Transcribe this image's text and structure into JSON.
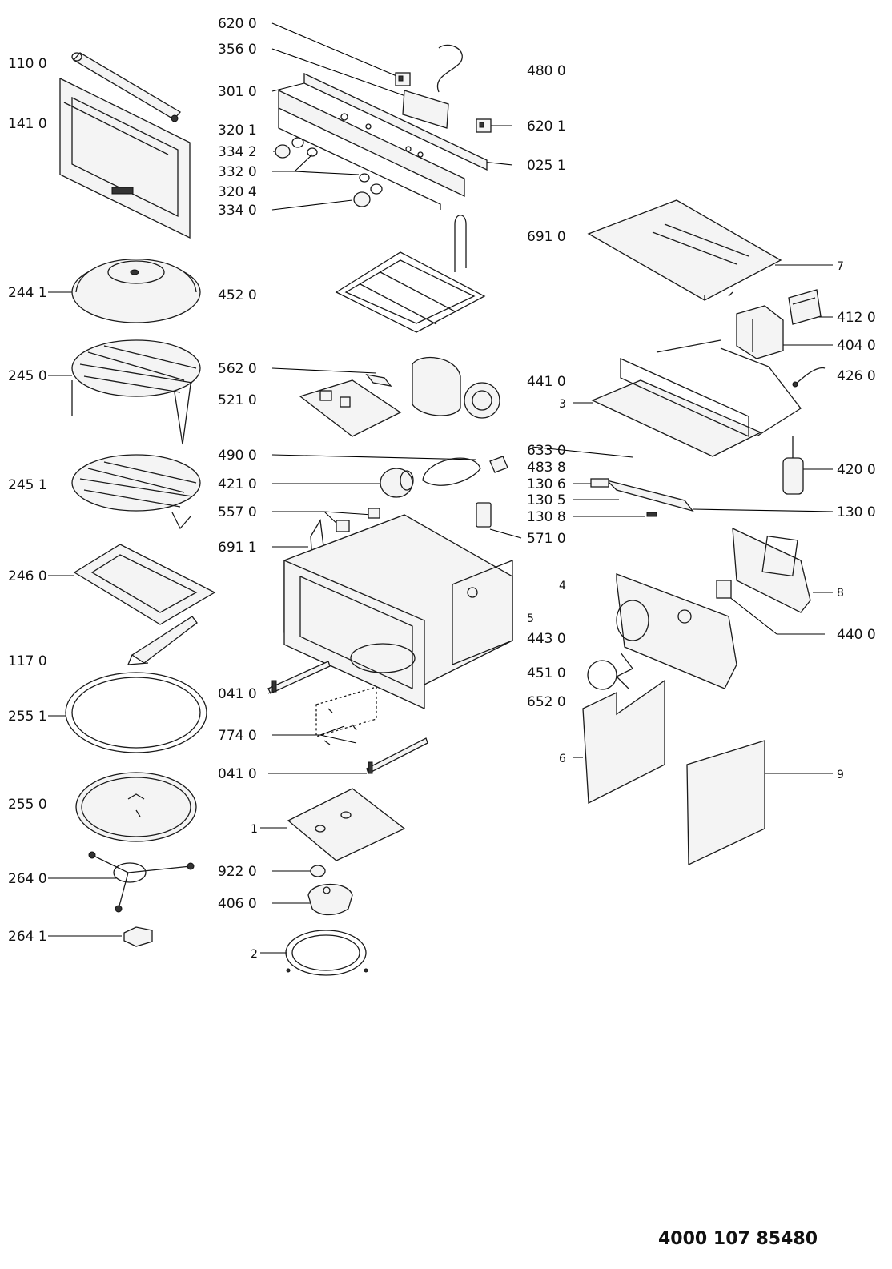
{
  "document_number": "4000 107 85480",
  "labels": {
    "l6200": "620 0",
    "l3560": "356 0",
    "l4800": "480 0",
    "l1100": "110 0",
    "l3010": "301 0",
    "l1410": "141 0",
    "l6201": "620 1",
    "l3201": "320 1",
    "l3342": "334 2",
    "l0251": "025 1",
    "l3320": "332 0",
    "l3204": "320 4",
    "l3340": "334 0",
    "l6910": "691 0",
    "c7": "7",
    "l2441": "244 1",
    "l4520": "452 0",
    "l4120": "412 0",
    "l4040": "404 0",
    "l2450": "245 0",
    "l5620": "562 0",
    "l4410": "441 0",
    "l4260": "426 0",
    "l5210": "521 0",
    "c3": "3",
    "l4900": "490 0",
    "l6330": "633 0",
    "l4838": "483 8",
    "l4200": "420 0",
    "l2451": "245 1",
    "l4210": "421 0",
    "l1306": "130 6",
    "l1305": "130 5",
    "l5570": "557 0",
    "l1308": "130 8",
    "l1300": "130 0",
    "l5710": "571 0",
    "l6911": "691 1",
    "l2460": "246 0",
    "c4": "4",
    "c8": "8",
    "c5": "5",
    "l4430": "443 0",
    "l4400": "440 0",
    "l1170": "117 0",
    "l4510": "451 0",
    "l0410a": "041 0",
    "l2551": "255 1",
    "l6520": "652 0",
    "c6": "6",
    "l7740": "774 0",
    "l0410b": "041 0",
    "c9": "9",
    "l2550": "255 0",
    "c1": "1",
    "l9220": "922 0",
    "l2640": "264 0",
    "l4060": "406 0",
    "l2641": "264 1",
    "c2": "2"
  }
}
